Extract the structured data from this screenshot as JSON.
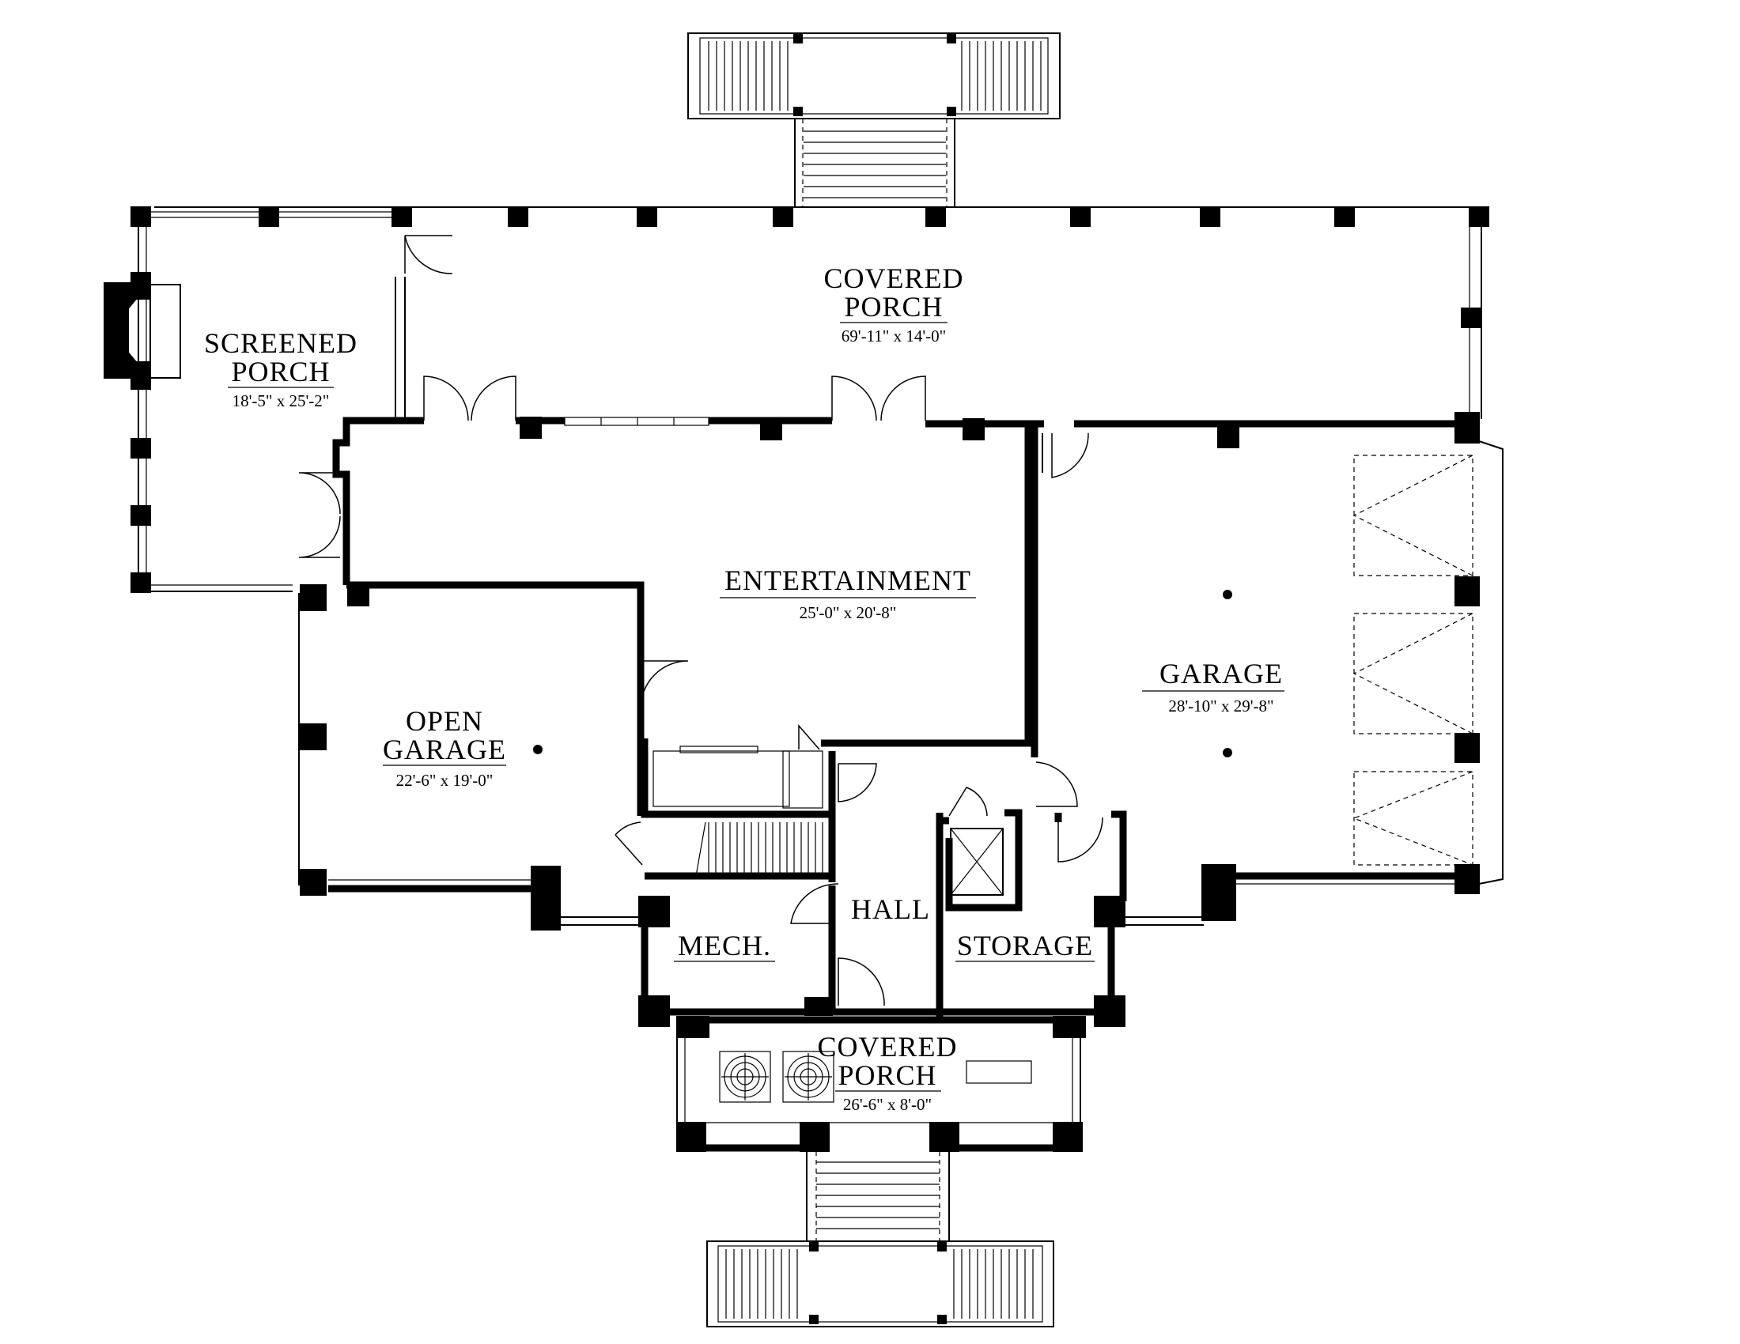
{
  "rooms": {
    "covered_porch_top": {
      "name_lines": [
        "COVERED",
        "PORCH"
      ],
      "dim": "69'-11\" x 14'-0\""
    },
    "screened_porch": {
      "name_lines": [
        "SCREENED",
        "PORCH"
      ],
      "dim": "18'-5\" x 25'-2\""
    },
    "entertainment": {
      "name_lines": [
        "ENTERTAINMENT"
      ],
      "dim": "25'-0\" x 20'-8\""
    },
    "garage": {
      "name_lines": [
        "GARAGE"
      ],
      "dim": "28'-10\" x 29'-8\""
    },
    "open_garage": {
      "name_lines": [
        "OPEN",
        "GARAGE"
      ],
      "dim": "22'-6\" x 19'-0\""
    },
    "hall": {
      "name_lines": [
        "HALL"
      ]
    },
    "mech": {
      "name_lines": [
        "MECH."
      ]
    },
    "storage": {
      "name_lines": [
        "STORAGE"
      ]
    },
    "covered_porch_bottom": {
      "name_lines": [
        "COVERED",
        "PORCH"
      ],
      "dim": "26'-6\" x 8'-0\""
    }
  }
}
